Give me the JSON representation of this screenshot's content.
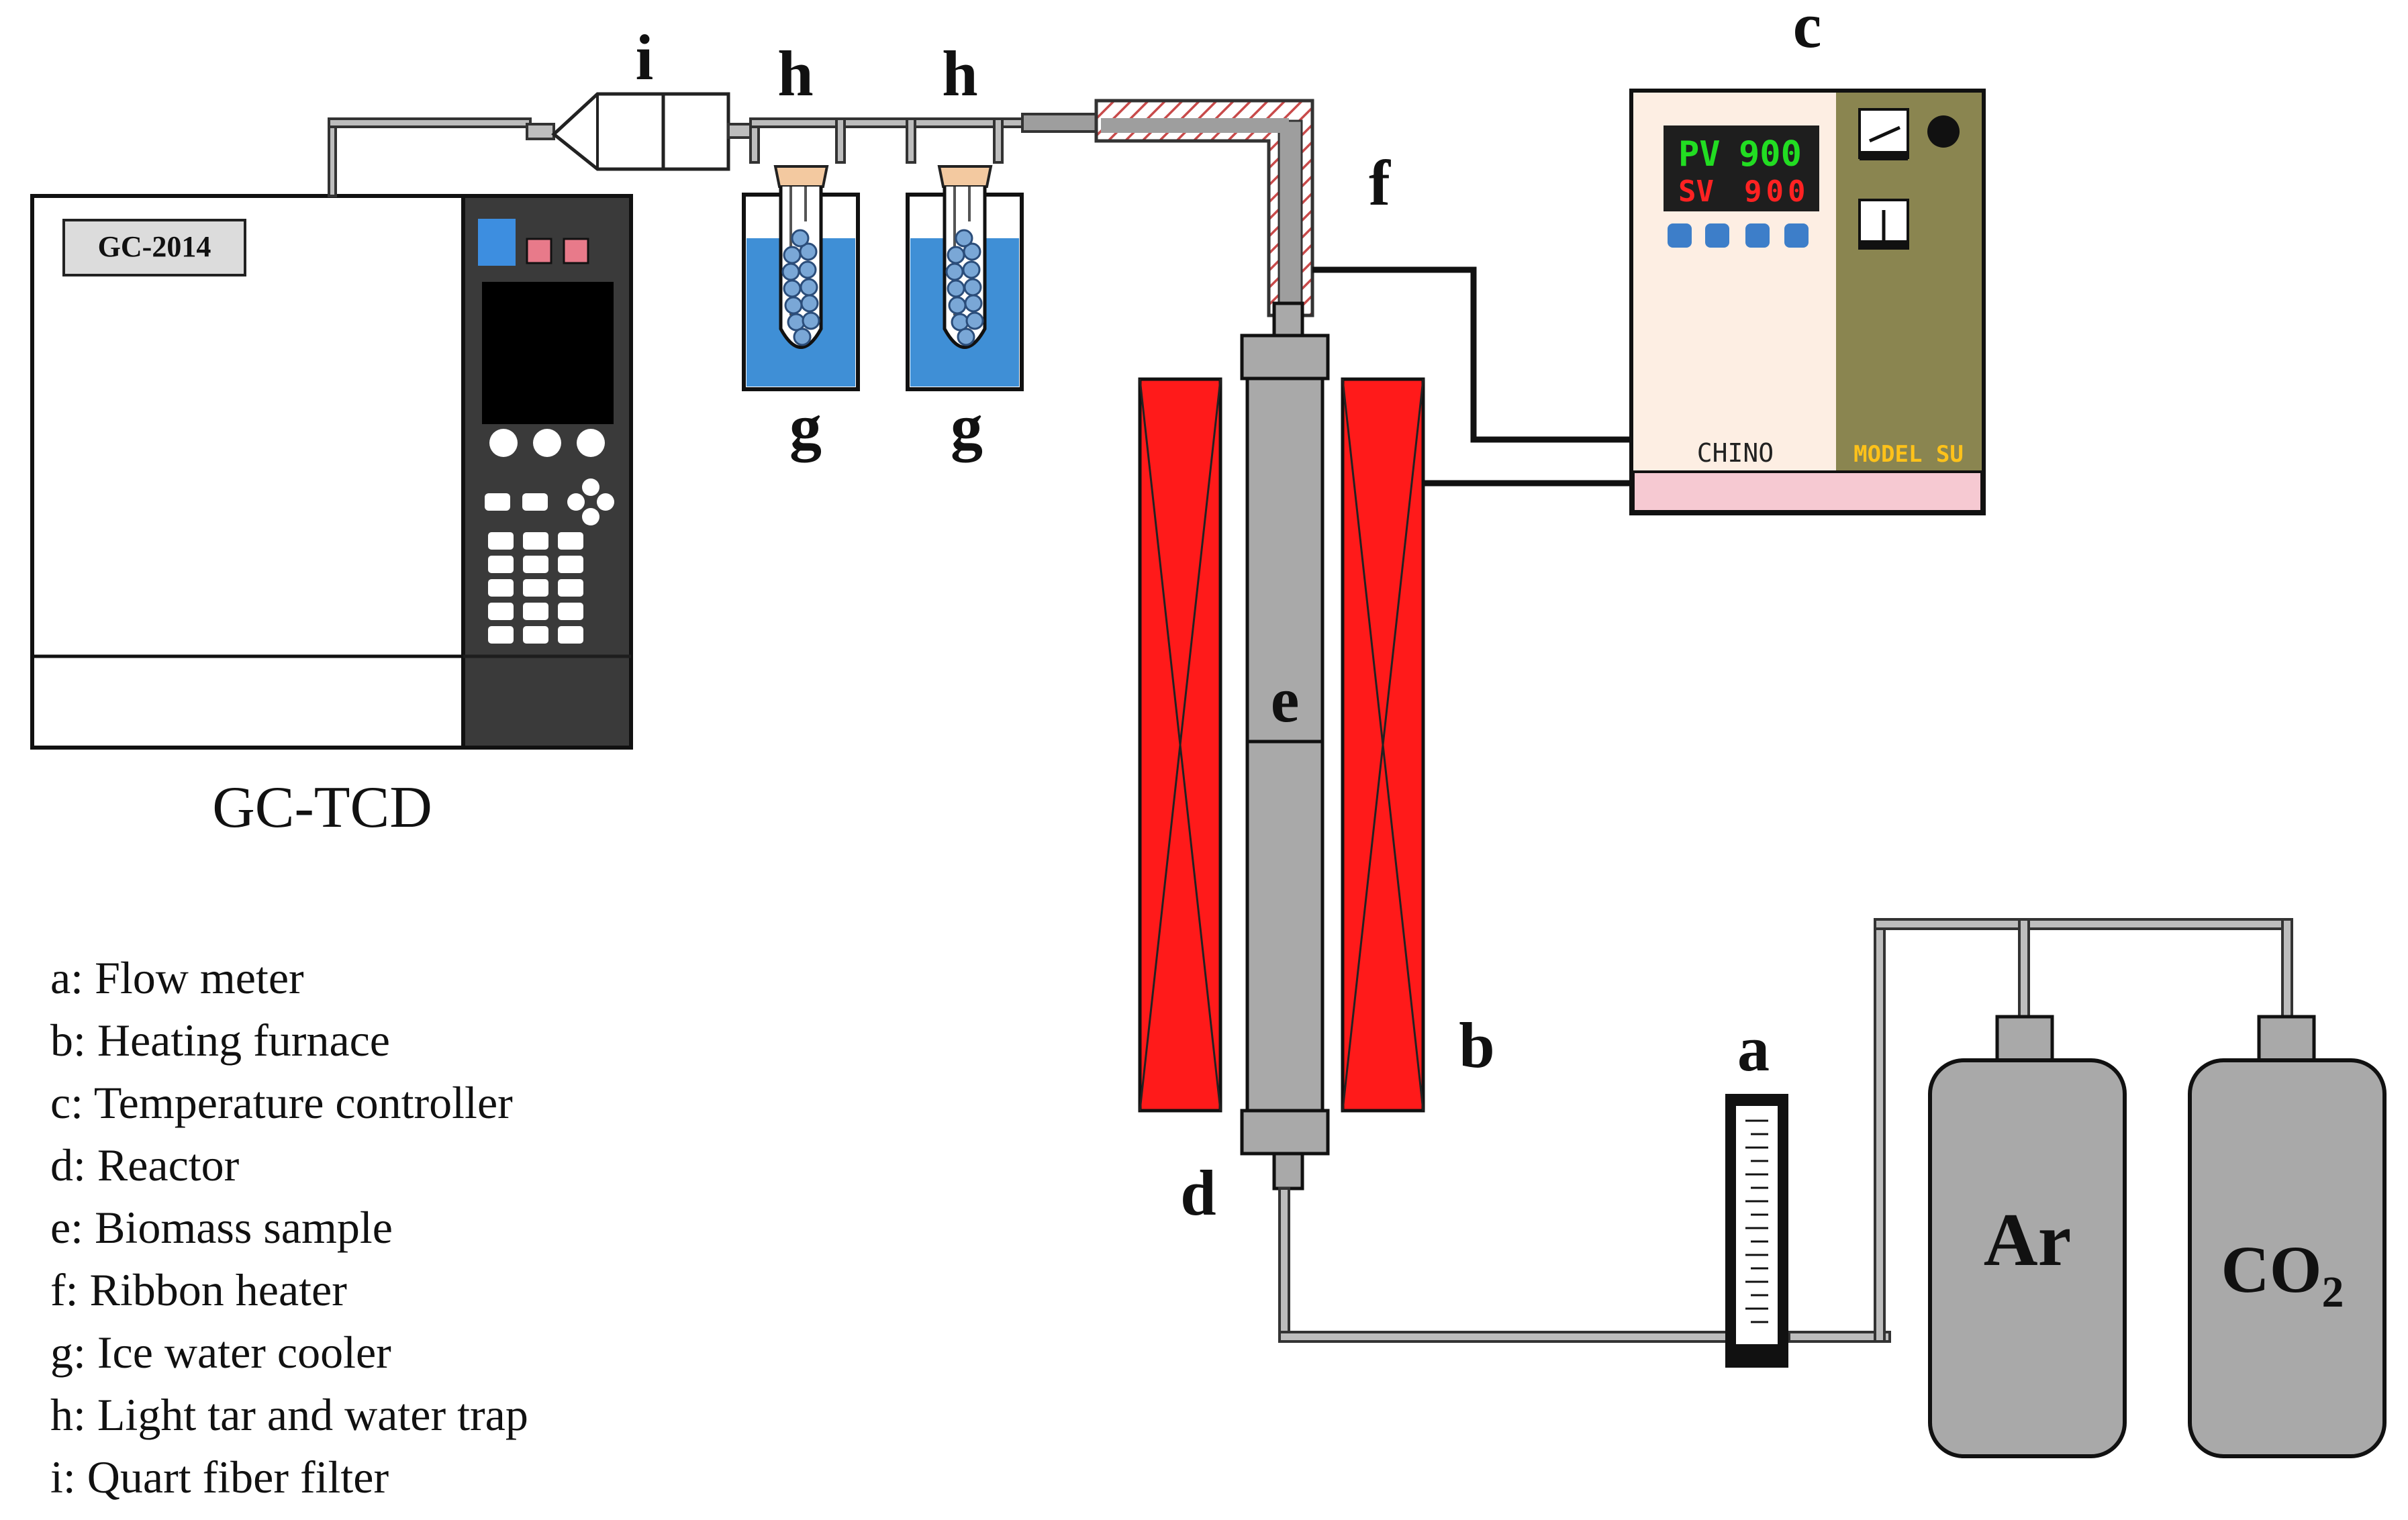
{
  "labels": {
    "a": "a",
    "b": "b",
    "c": "c",
    "d": "d",
    "e": "e",
    "f": "f",
    "g1": "g",
    "g2": "g",
    "h1": "h",
    "h2": "h",
    "i": "i"
  },
  "gc": {
    "title": "GC-TCD",
    "model_badge": "GC-2014"
  },
  "controller": {
    "pv_label": "PV",
    "pv_value": "900",
    "sv_label": "SV",
    "sv_value": "900",
    "brand": "CHINO",
    "model": "MODEL SU"
  },
  "cylinders": {
    "ar": "Ar",
    "co2_main": "CO",
    "co2_sub": "2"
  },
  "legend": [
    "a: Flow meter",
    "b: Heating furnace",
    "c: Temperature controller",
    "d: Reactor",
    "e: Biomass sample",
    "f: Ribbon heater",
    "g: Ice water cooler",
    "h: Light tar and water trap",
    "i: Quart fiber filter"
  ],
  "colors": {
    "furnace": "#ff1a1a",
    "reactor": "#a9a9a9",
    "water": "#3f8fd6",
    "gc_panel": "#3a3a3a",
    "controller_left": "#fdeee3",
    "controller_right": "#8a8550",
    "pv_text": "#22dd22",
    "sv_text": "#ff2222",
    "model_text": "#ffc21a"
  }
}
